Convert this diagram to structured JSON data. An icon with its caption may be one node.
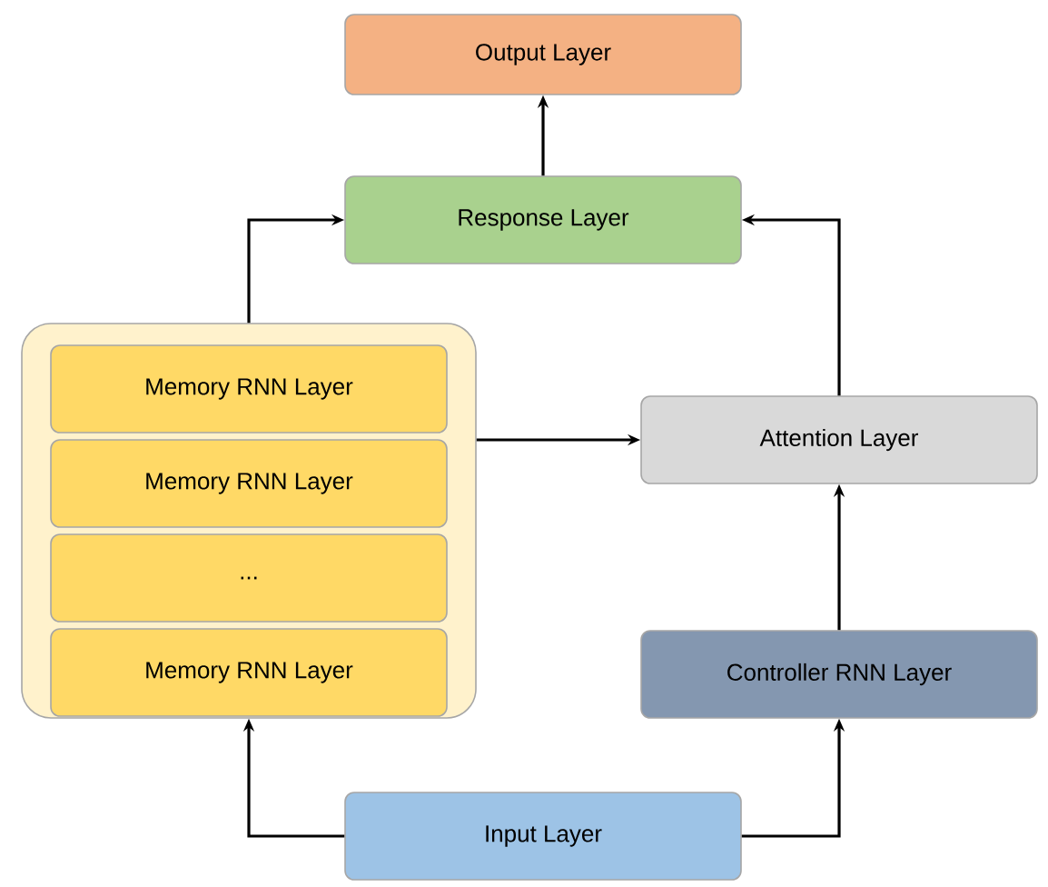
{
  "diagram": {
    "nodes": [
      {
        "text": [
          "Output Layer"
        ]
      },
      {
        "text": [
          "Response Layer"
        ]
      },
      {
        "text": [],
        "shape": "box"
      },
      {
        "text": [
          "Memory RNN Layer"
        ],
        "in": 2
      },
      {
        "text": [
          "Memory RNN Layer"
        ],
        "in": 2
      },
      {
        "text": [
          "..."
        ],
        "in": 2
      },
      {
        "text": [
          "Memory RNN Layer"
        ],
        "in": 2
      },
      {
        "text": [
          "Attention Layer"
        ]
      },
      {
        "text": [
          "Controller RNN Layer"
        ]
      },
      {
        "text": [
          "Input Layer"
        ]
      }
    ],
    "edges": [
      {
        "from": 9,
        "to": 2,
        "arrow": "to"
      },
      {
        "from": 9,
        "to": 8,
        "arrow": "to"
      },
      {
        "from": 8,
        "to": 7,
        "arrow": "to"
      },
      {
        "from": 2,
        "to": 7,
        "arrow": "to"
      },
      {
        "from": 2,
        "to": 1,
        "arrow": "to"
      },
      {
        "from": 7,
        "to": 1,
        "arrow": "to"
      },
      {
        "from": 1,
        "to": 0,
        "arrow": "to"
      }
    ]
  }
}
